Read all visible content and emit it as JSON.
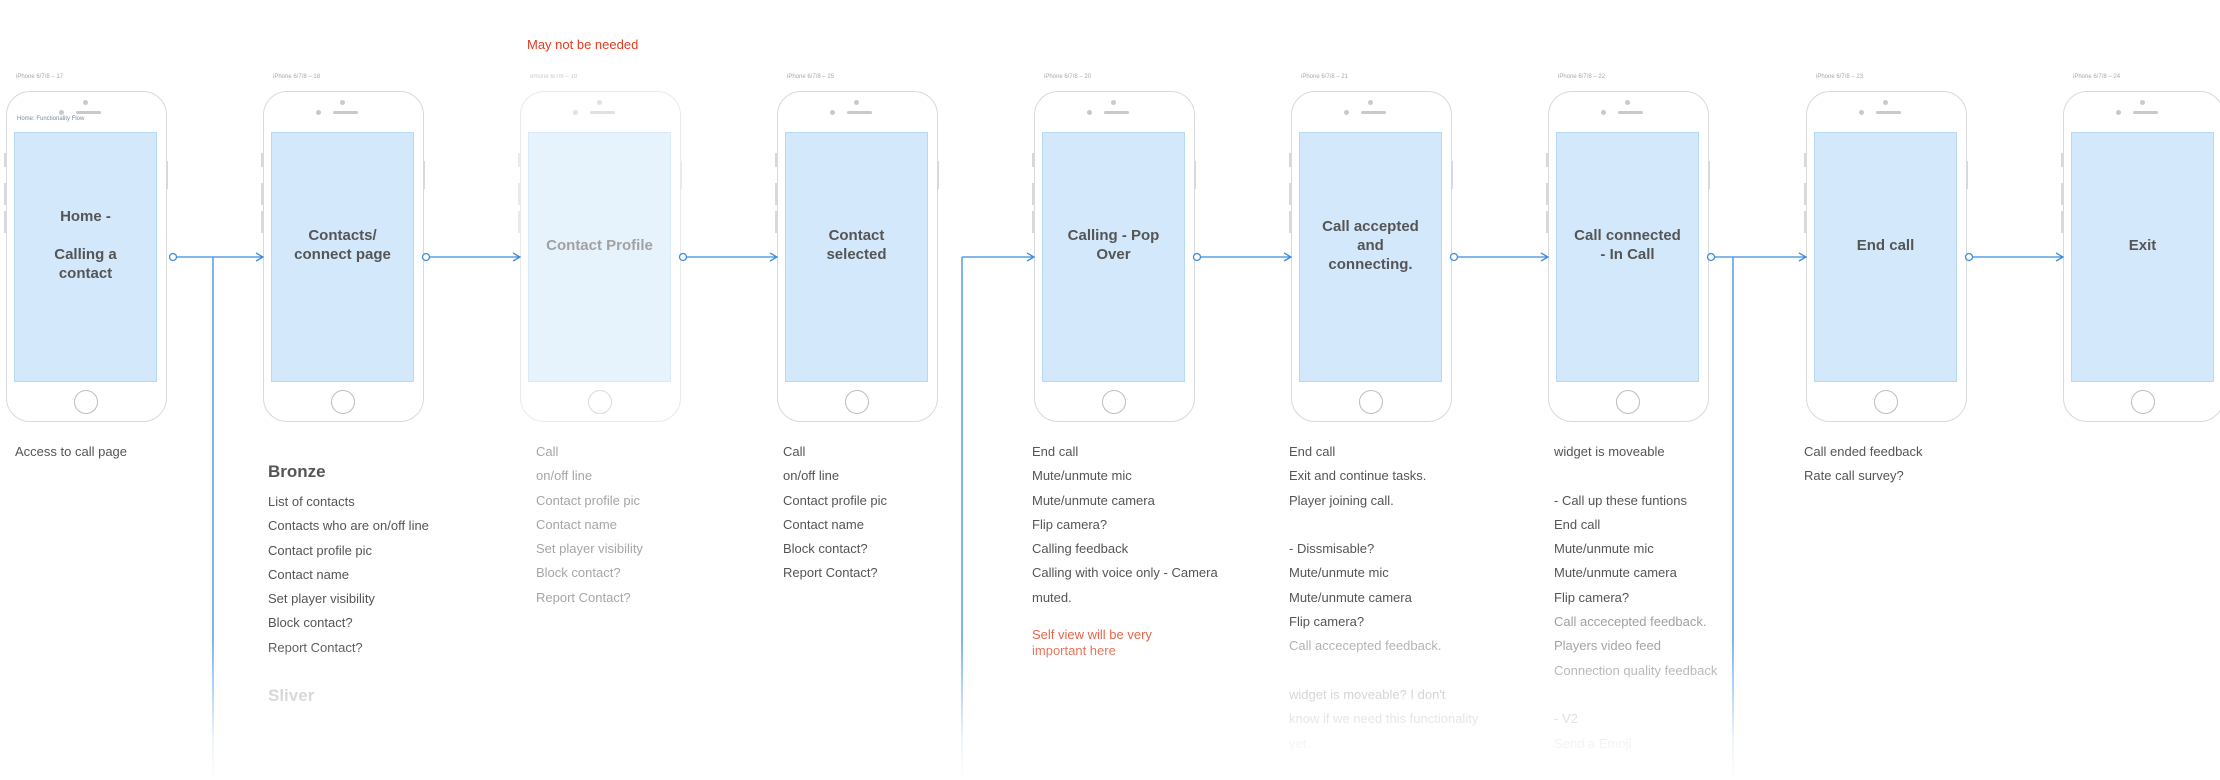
{
  "warning_note": "May not be needed",
  "colors": {
    "screen_fill": "#d3e9fb",
    "connector": "#3b8de0",
    "warning": "#e23b1f"
  },
  "phones": [
    {
      "device_label": "iPhone 6/7/8 – 17",
      "screen_title": "Home -\n\nCalling a\ncontact",
      "screen_subtitle": "Home: Functionality Flow"
    },
    {
      "device_label": "iPhone 6/7/8 – 18",
      "screen_title": "Contacts/\nconnect page"
    },
    {
      "device_label": "iPhone 6/7/8 – 19",
      "screen_title": "Contact Profile",
      "faded": true
    },
    {
      "device_label": "iPhone 6/7/8 – 25",
      "screen_title": "Contact\nselected"
    },
    {
      "device_label": "iPhone 6/7/8 – 20",
      "screen_title": "Calling - Pop\nOver"
    },
    {
      "device_label": "iPhone 6/7/8 – 21",
      "screen_title": "Call accepted\nand\nconnecting."
    },
    {
      "device_label": "iPhone 6/7/8 – 22",
      "screen_title": "Call connected\n- In Call"
    },
    {
      "device_label": "iPhone 6/7/8 – 23",
      "screen_title": "End call"
    },
    {
      "device_label": "iPhone 6/7/8 – 24",
      "screen_title": "Exit"
    }
  ],
  "notes": {
    "n1": {
      "lines": [
        "Access to call page"
      ]
    },
    "n2": {
      "heading": "Bronze",
      "lines": [
        "List of contacts",
        "Contacts who are on/off line",
        "Contact profile pic",
        "Contact name",
        "Set player visibility",
        "Block contact?",
        "Report Contact?"
      ],
      "heading2": "Sliver"
    },
    "n3": {
      "lines": [
        "Call",
        "on/off line",
        "Contact profile pic",
        "Contact name",
        "Set player visibility",
        "Block contact?",
        "Report Contact?"
      ]
    },
    "n4": {
      "lines": [
        "Call",
        "on/off line",
        "Contact profile pic",
        "Contact name",
        "Block contact?",
        "Report Contact?"
      ]
    },
    "n5": {
      "lines": [
        "End call",
        "Mute/unmute mic",
        "Mute/unmute camera",
        "Flip camera?",
        "Calling feedback",
        "Calling with voice only - Camera",
        "muted."
      ],
      "red": "Self view will be very important here"
    },
    "n6": {
      "lines": [
        "End call",
        "Exit and continue tasks.",
        "Player joining call.",
        "",
        "- Dissmisable?",
        "Mute/unmute mic",
        "Mute/unmute camera",
        "Flip camera?",
        "Call accecepted feedback.",
        "",
        "widget is moveable? I don't",
        "know if we need this functionality",
        "yet."
      ]
    },
    "n7": {
      "lines": [
        "widget is moveable",
        "",
        "- Call up these funtions",
        "End call",
        "Mute/unmute mic",
        "Mute/unmute camera",
        "Flip camera?",
        "Call accecepted feedback.",
        "Players video feed",
        "Connection quality feedback",
        "",
        "- V2",
        "Send a Emoji"
      ]
    },
    "n8": {
      "lines": [
        "Call ended feedback",
        "Rate call survey?"
      ]
    }
  }
}
